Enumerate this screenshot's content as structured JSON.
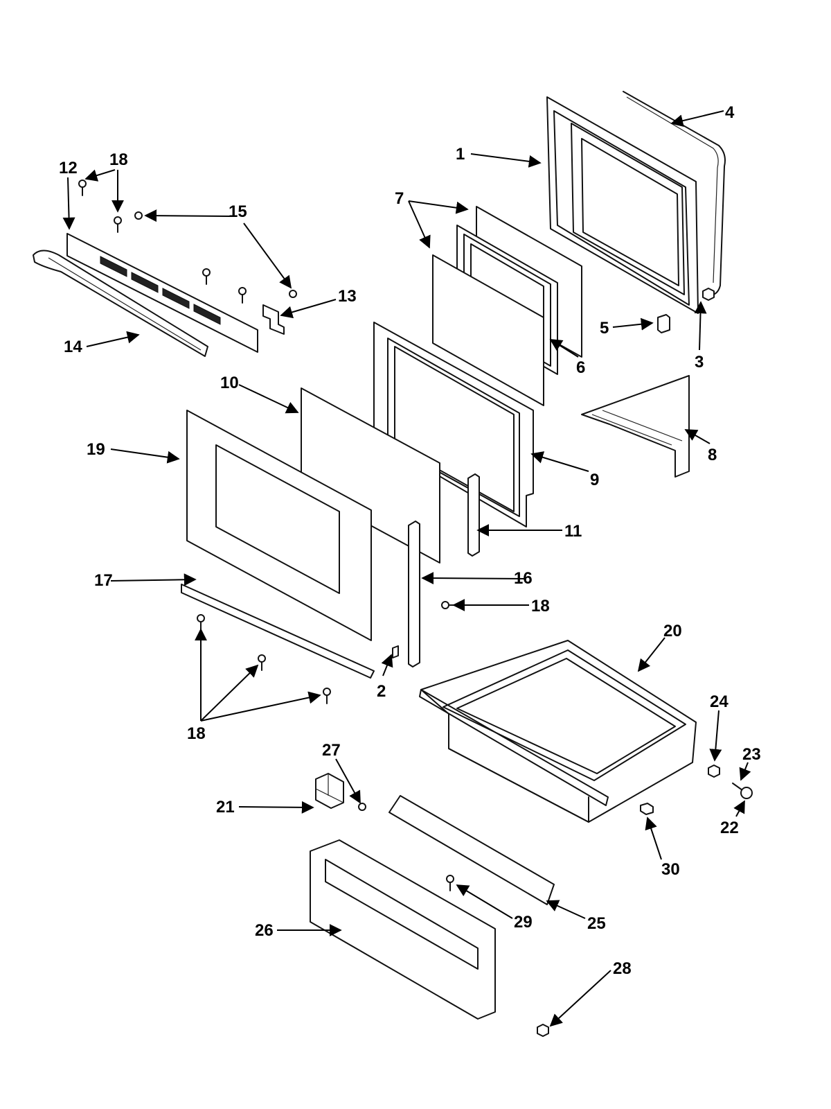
{
  "callouts": {
    "c1": "1",
    "c2": "2",
    "c3": "3",
    "c4": "4",
    "c5": "5",
    "c6": "6",
    "c7": "7",
    "c8": "8",
    "c9": "9",
    "c10": "10",
    "c11": "11",
    "c12": "12",
    "c13": "13",
    "c14": "14",
    "c15": "15",
    "c16": "16",
    "c17": "17",
    "c18a": "18",
    "c18b": "18",
    "c18c": "18",
    "c19": "19",
    "c20": "20",
    "c21": "21",
    "c22": "22",
    "c23": "23",
    "c24": "24",
    "c25": "25",
    "c26": "26",
    "c27": "27",
    "c28": "28",
    "c29": "29",
    "c30": "30"
  },
  "colors": {
    "line": "#111111",
    "background": "#ffffff"
  }
}
